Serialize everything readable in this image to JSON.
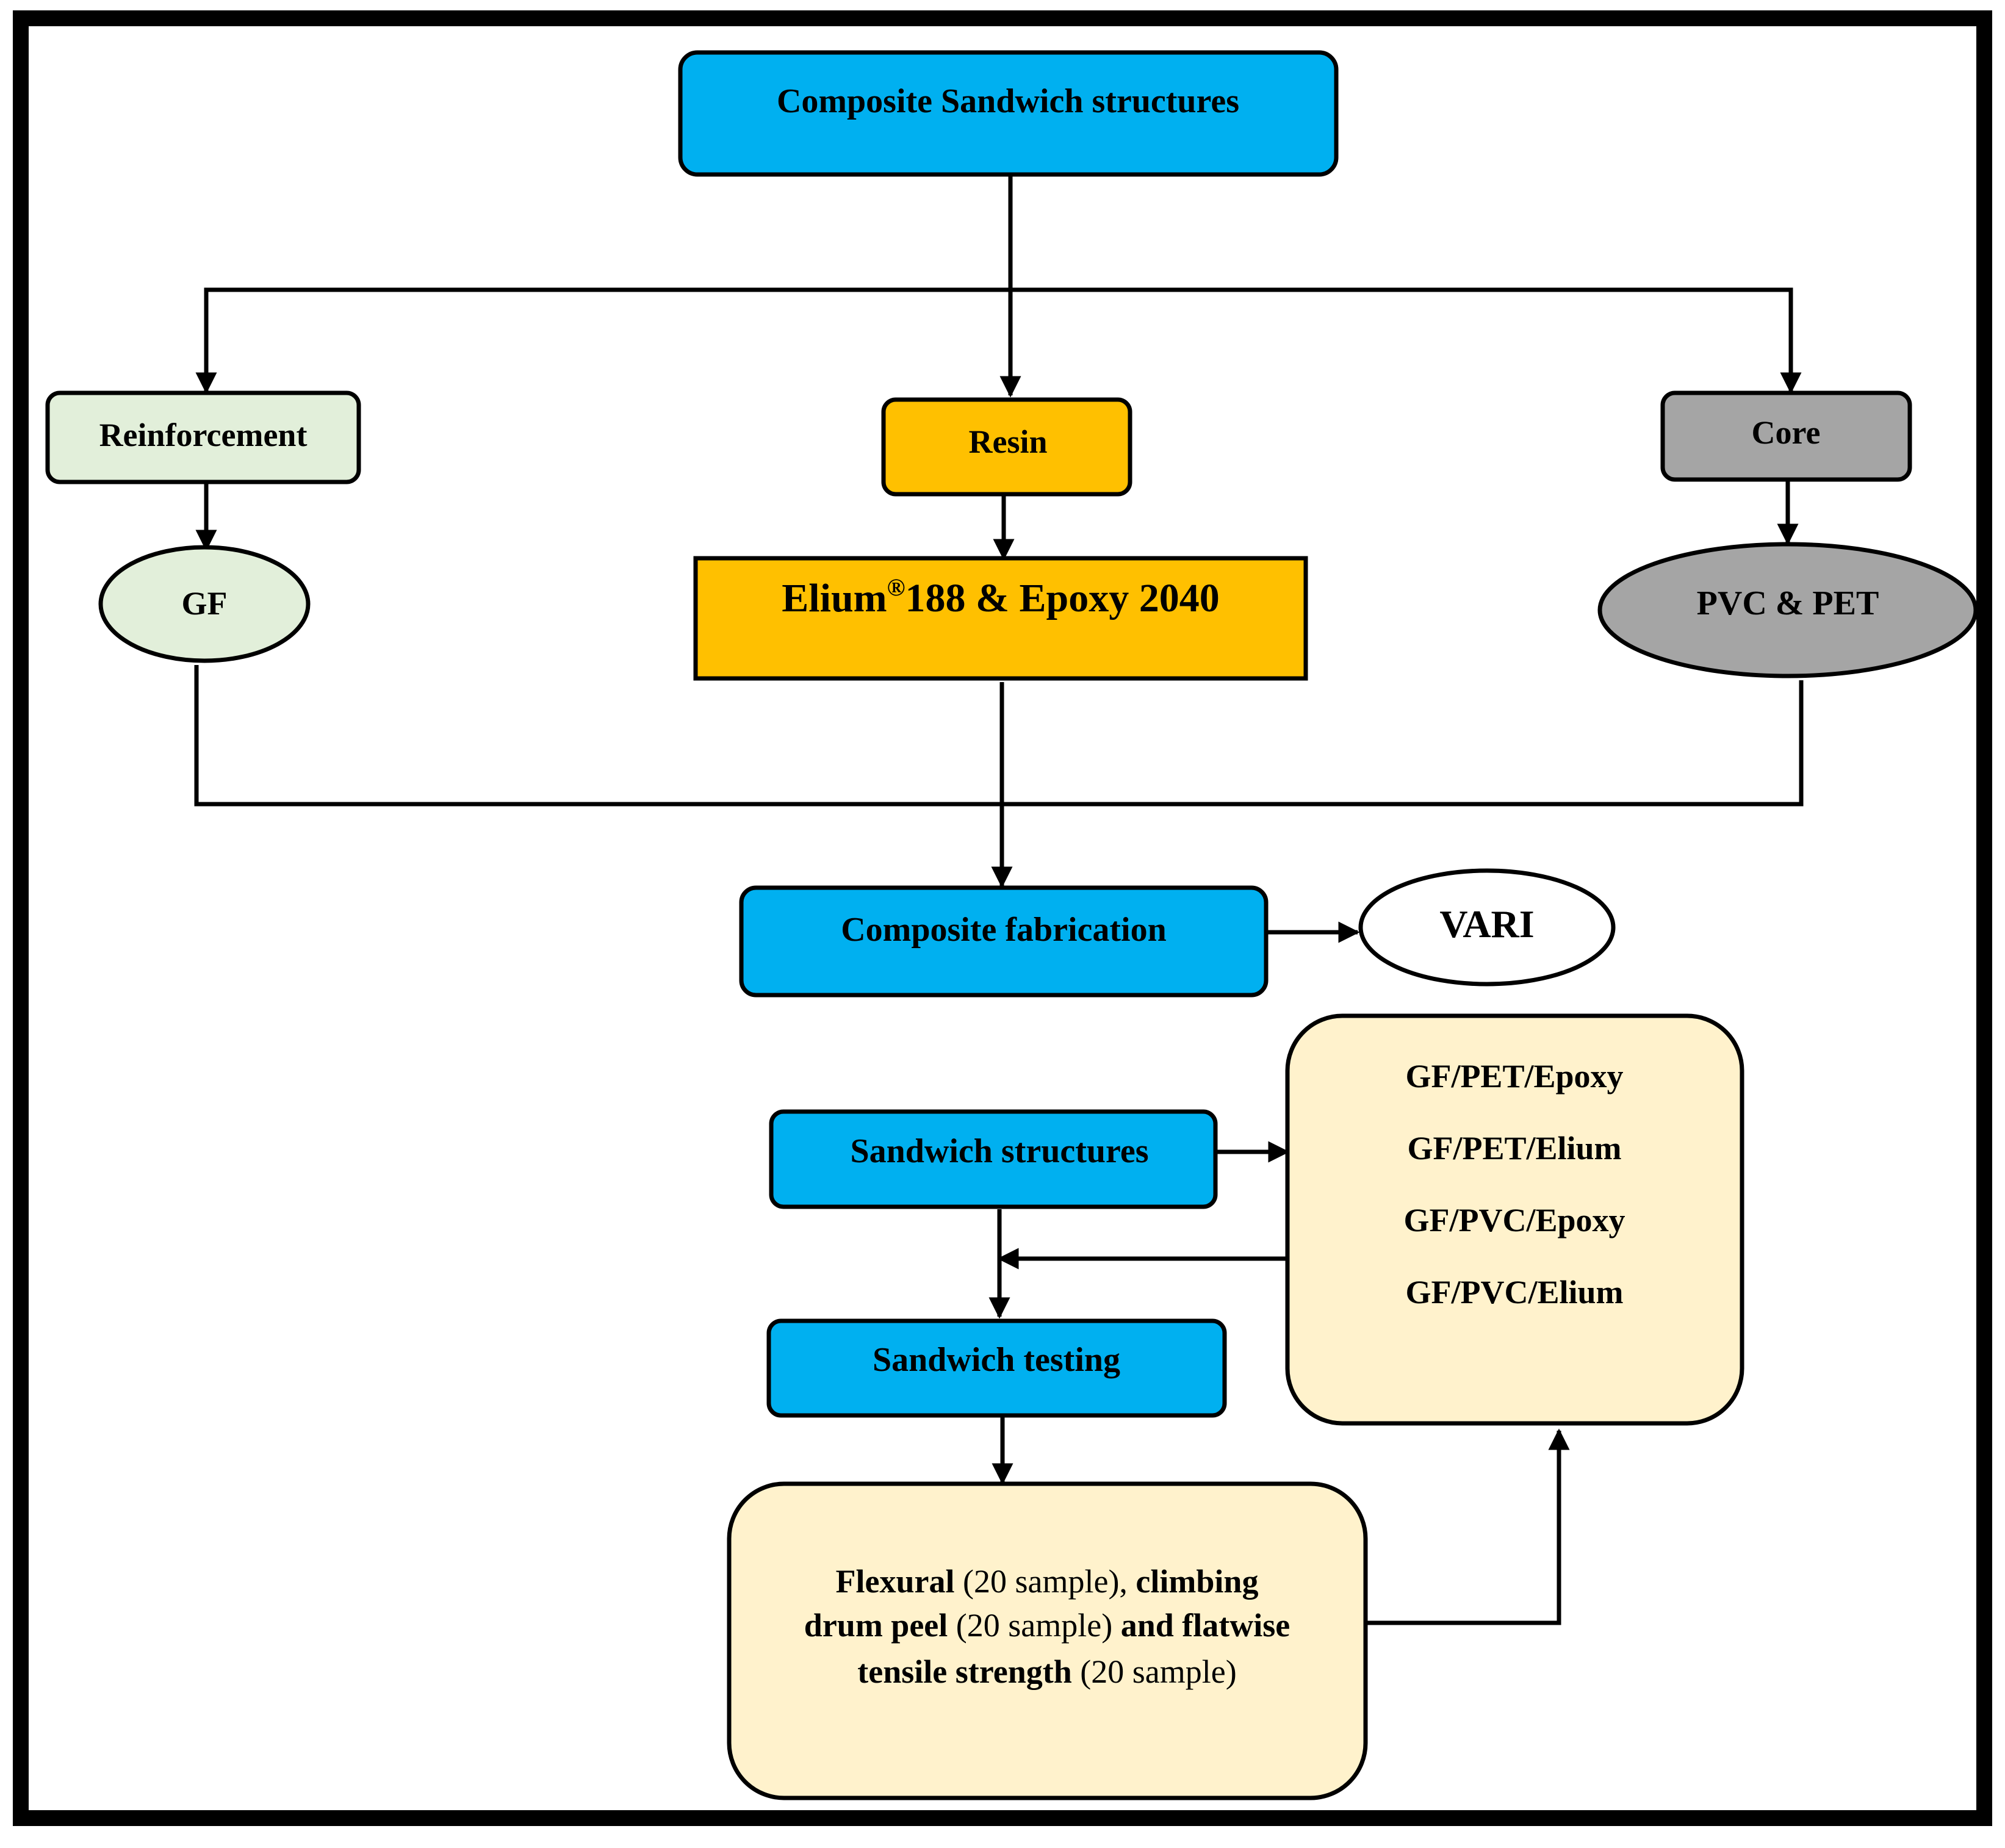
{
  "colors": {
    "blue": "#00B0F0",
    "gold": "#FFC000",
    "pale_green": "#E2EFDA",
    "gray": "#A5A5A5",
    "cream": "#FFF2CC",
    "white": "#FFFFFF",
    "border": "#000000"
  },
  "nodes": {
    "top": {
      "label": "Composite Sandwich structures"
    },
    "reinforcement": {
      "label": "Reinforcement"
    },
    "resin": {
      "label": "Resin"
    },
    "core": {
      "label": "Core"
    },
    "gf": {
      "label": "GF"
    },
    "resin_types": {
      "label_pre": "Elium",
      "label_sup": "®",
      "label_post": "188 & Epoxy 2040"
    },
    "core_types": {
      "label": "PVC & PET"
    },
    "fabrication": {
      "label": "Composite fabrication"
    },
    "vari": {
      "label": "VARI"
    },
    "sandwich_structures": {
      "label": "Sandwich structures"
    },
    "sandwich_list": {
      "items": [
        "GF/PET/Epoxy",
        "GF/PET/Elium",
        "GF/PVC/Epoxy",
        "GF/PVC/Elium"
      ]
    },
    "sandwich_testing": {
      "label": "Sandwich testing"
    },
    "tests": {
      "line1": {
        "b1": "Flexural",
        "n1": " (20 sample), ",
        "b2": "climbing"
      },
      "line2": {
        "b1": "drum peel",
        "n1": " (20 sample) ",
        "b2": "and flatwise"
      },
      "line3": {
        "b1": "tensile strength",
        "n1": " (20 sample)"
      }
    }
  }
}
